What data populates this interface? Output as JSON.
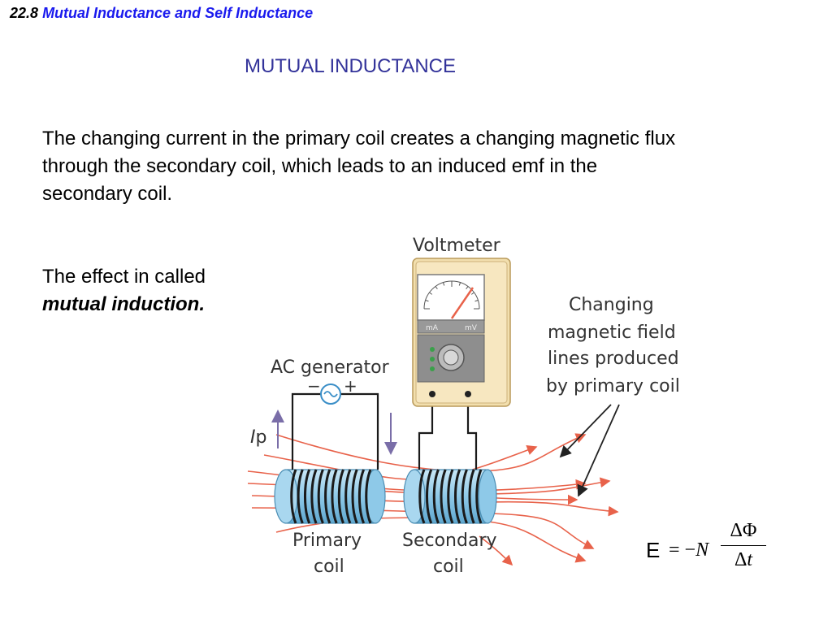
{
  "header": {
    "section_number": "22.8",
    "section_title": "Mutual Inductance and Self Inductance"
  },
  "heading": "MUTUAL INDUCTANCE",
  "paragraph": "The changing current in the primary coil creates a changing magnetic flux through the secondary coil, which leads to an induced emf in the secondary coil.",
  "effect": {
    "line1": "The effect in called",
    "emphasis": "mutual induction."
  },
  "diagram": {
    "voltmeter_label": "Voltmeter",
    "ac_generator_label": "AC generator",
    "minus_sign": "−",
    "plus_sign": "+",
    "current_label": "I",
    "current_subscript": "p",
    "field_label_lines": [
      "Changing",
      "magnetic field",
      "lines produced",
      "by primary coil"
    ],
    "primary_coil_label": [
      "Primary",
      "coil"
    ],
    "secondary_coil_label": [
      "Secondary",
      "coil"
    ],
    "meter_left_text": "mA",
    "meter_right_text": "mV",
    "colors": {
      "field_lines": "#e8624a",
      "coil_tube": "#8ec9e8",
      "coil_wire": "#1a1a1a",
      "meter_body": "#f2dfae"
    }
  },
  "formula": {
    "lhs": "E",
    "equals_minus": "= −",
    "N": "N",
    "numerator": "ΔΦ",
    "denominator_delta": "Δ",
    "denominator_t": "t"
  }
}
